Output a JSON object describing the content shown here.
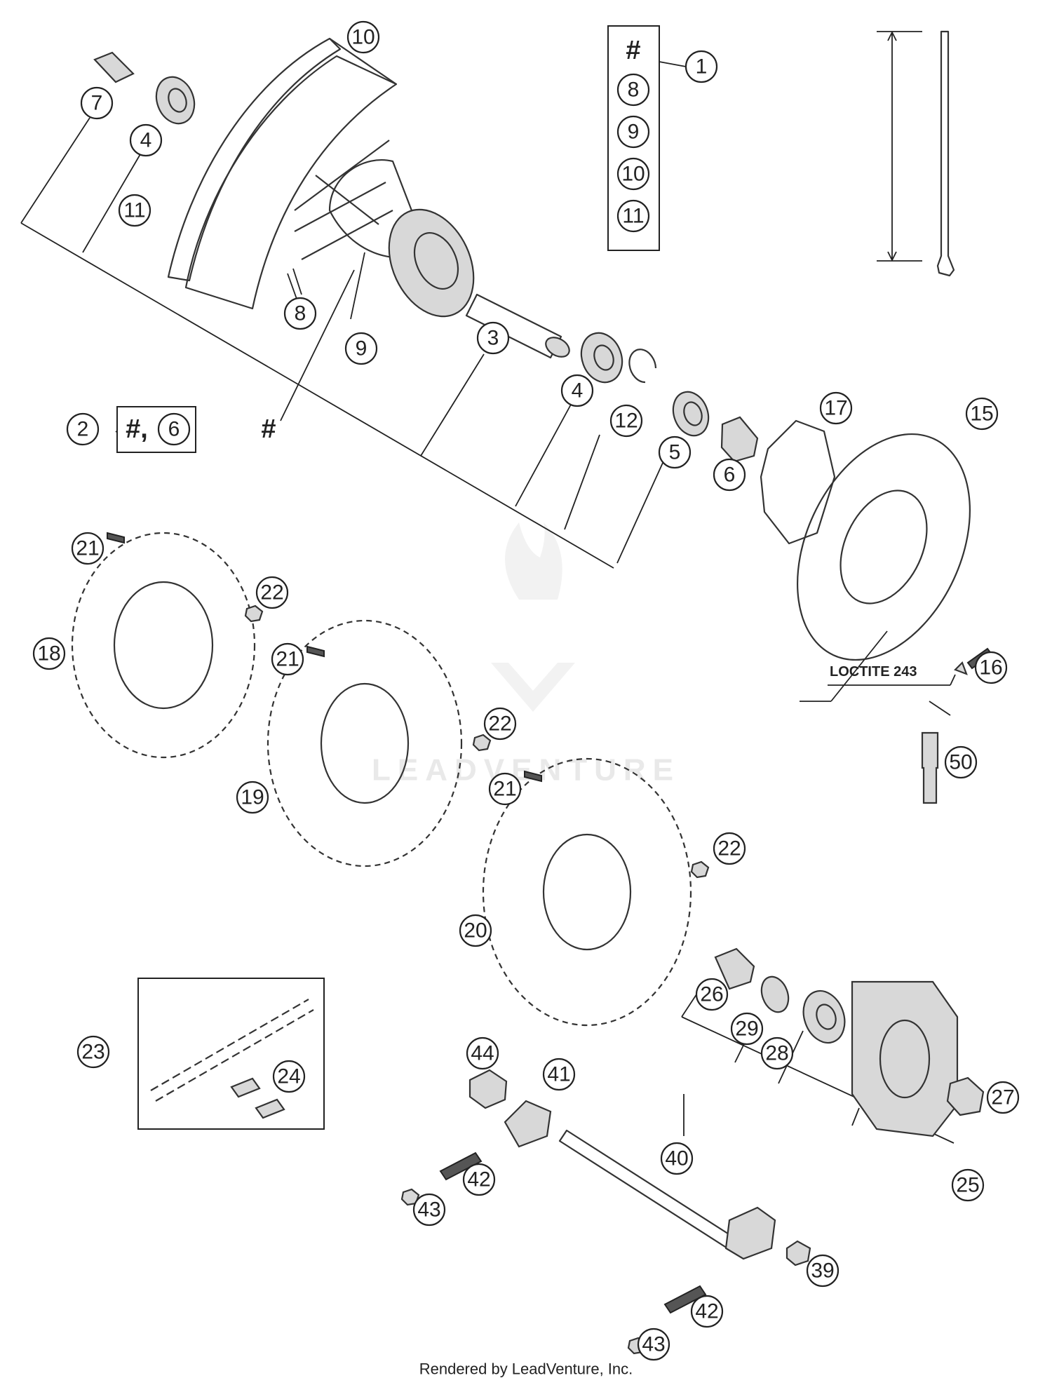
{
  "callouts": {
    "c1": "1",
    "c2": "2",
    "c3": "3",
    "c4a": "4",
    "c4b": "4",
    "c5": "5",
    "c6": "6",
    "c7": "7",
    "c8": "8",
    "c9": "9",
    "c10": "10",
    "c11": "11",
    "c12": "12",
    "c15": "15",
    "c16": "16",
    "c17": "17",
    "c18": "18",
    "c19": "19",
    "c20": "20",
    "c21a": "21",
    "c21b": "21",
    "c21c": "21",
    "c22a": "22",
    "c22b": "22",
    "c22c": "22",
    "c23": "23",
    "c24": "24",
    "c25": "25",
    "c26": "26",
    "c27": "27",
    "c28": "28",
    "c29": "29",
    "c39": "39",
    "c40": "40",
    "c41": "41",
    "c42a": "42",
    "c42b": "42",
    "c43a": "43",
    "c43b": "43",
    "c44": "44",
    "c50": "50"
  },
  "kit_box_1": {
    "hash": "#",
    "items": [
      "8",
      "9",
      "10",
      "11"
    ]
  },
  "kit_box_2": {
    "hash": "#,",
    "item": "6"
  },
  "hash_marker": "#",
  "loctite_label": "LOCTITE 243",
  "watermark": "LEADVENTURE",
  "footer": "Rendered by LeadVenture, Inc."
}
